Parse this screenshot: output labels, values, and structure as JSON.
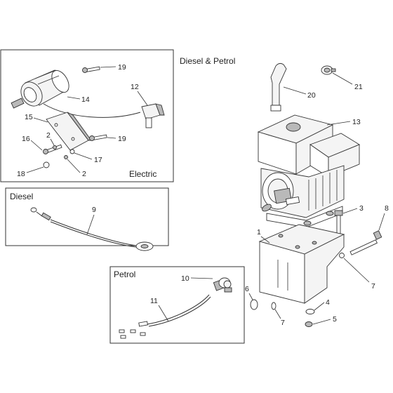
{
  "headings": {
    "diesel_petrol": "Diesel & Petrol",
    "electric": "Electric",
    "diesel": "Diesel",
    "petrol": "Petrol"
  },
  "callouts": {
    "p19a": "19",
    "p14": "14",
    "p12": "12",
    "p15": "15",
    "p16": "16",
    "p2a": "2",
    "p19b": "19",
    "p17": "17",
    "p18": "18",
    "p2b": "2",
    "p9": "9",
    "p10": "10",
    "p11": "11",
    "p20": "20",
    "p21": "21",
    "p13": "13",
    "p3": "3",
    "p8": "8",
    "p1": "1",
    "p7a": "7",
    "p6": "6",
    "p4": "4",
    "p7b": "7",
    "p5": "5"
  }
}
